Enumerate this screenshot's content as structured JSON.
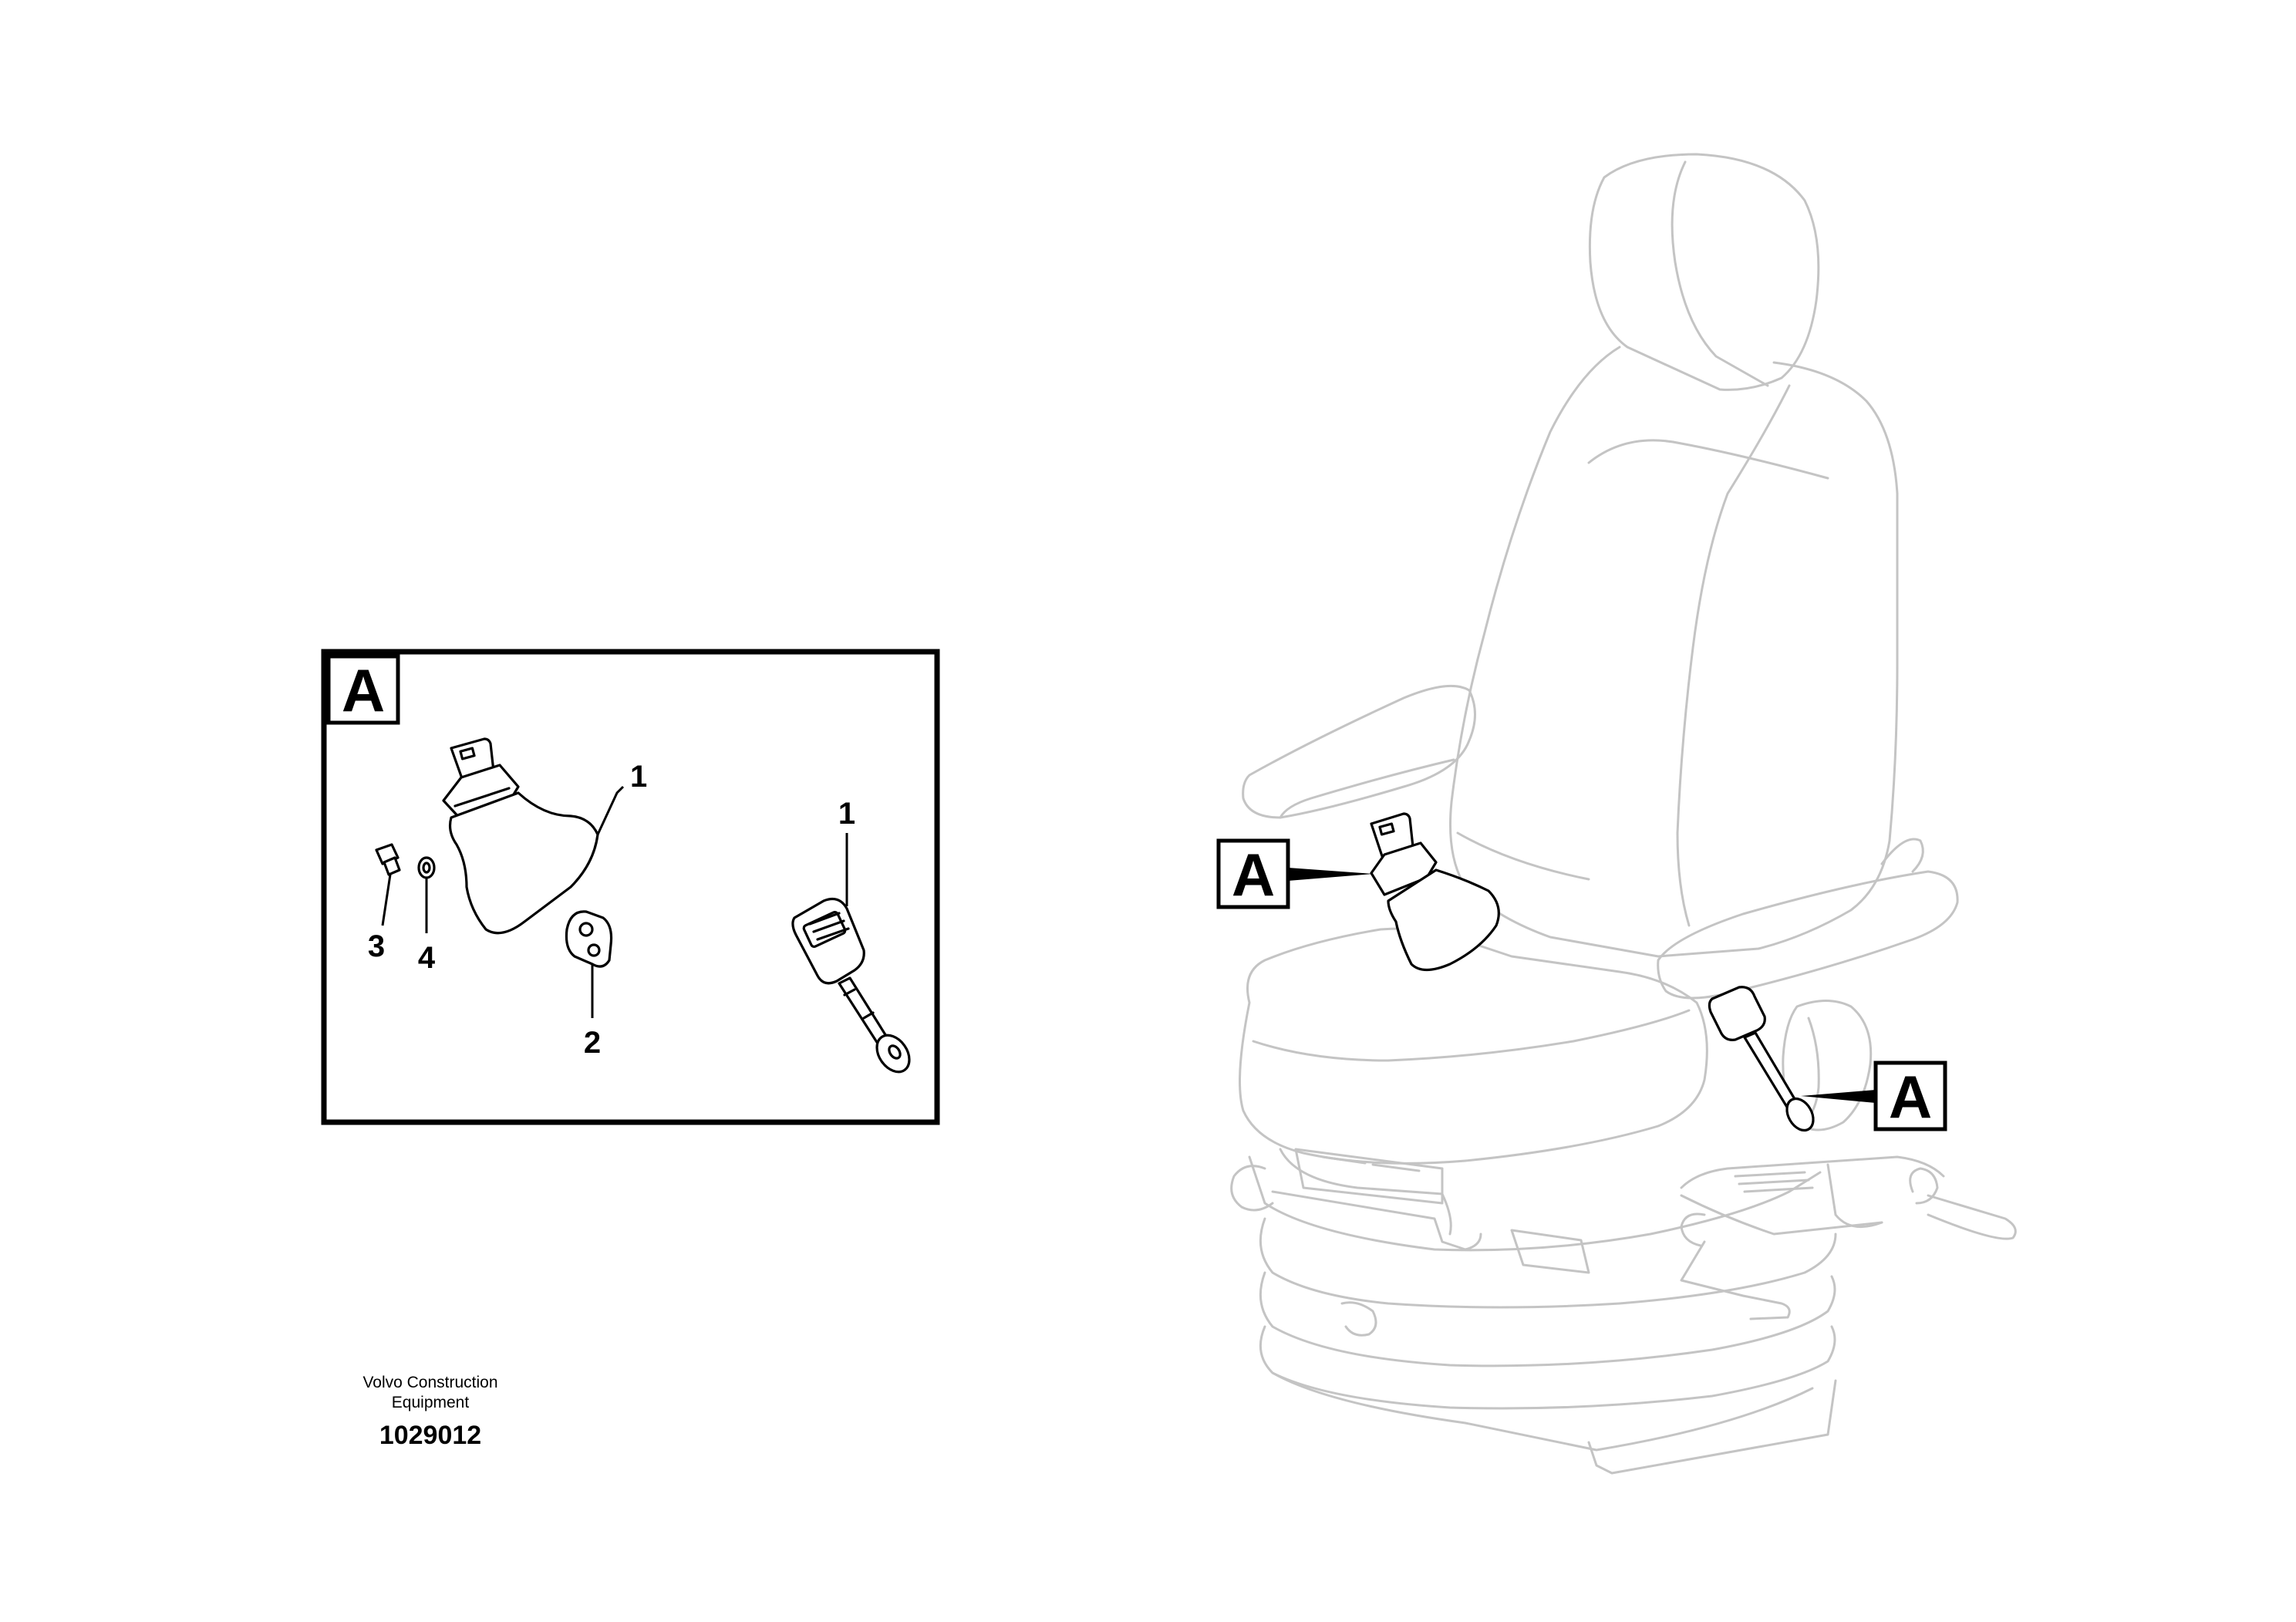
{
  "detail_view": {
    "label": "A",
    "callouts": [
      "1",
      "1",
      "2",
      "3",
      "4"
    ]
  },
  "main_view": {
    "detail_markers": [
      "A",
      "A"
    ]
  },
  "footer": {
    "maker_line1": "Volvo Construction",
    "maker_line2": "Equipment",
    "illustration_number": "1029012"
  }
}
